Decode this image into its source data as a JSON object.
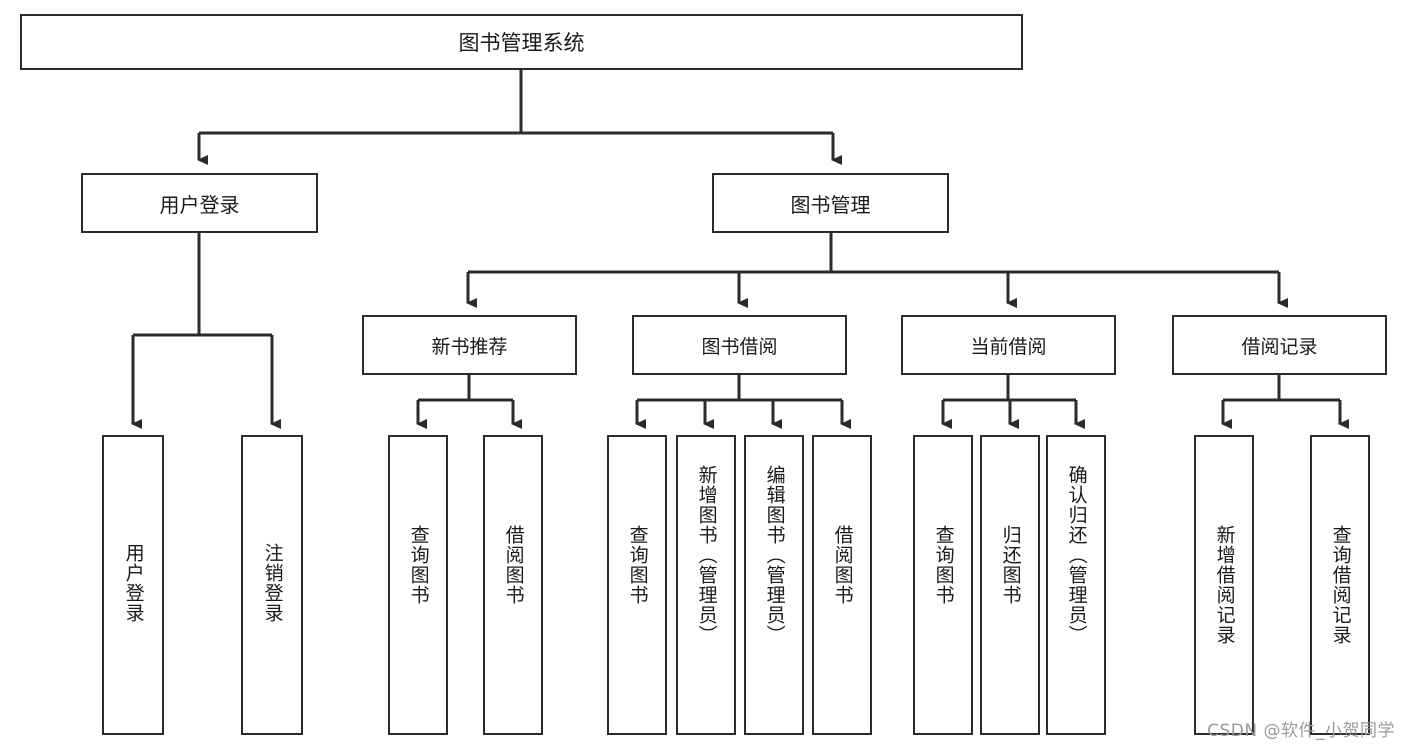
{
  "diagram": {
    "type": "tree-hierarchy",
    "title": "图书管理系统",
    "root": {
      "label": "图书管理系统"
    },
    "level1": [
      {
        "label": "用户登录"
      },
      {
        "label": "图书管理"
      }
    ],
    "level2": [
      {
        "label": "新书推荐"
      },
      {
        "label": "图书借阅"
      },
      {
        "label": "当前借阅"
      },
      {
        "label": "借阅记录"
      }
    ],
    "leaves": {
      "user_login": [
        {
          "label": "用户登录"
        },
        {
          "label": "注销登录"
        }
      ],
      "new_book_recommend": [
        {
          "label": "查询图书"
        },
        {
          "label": "借阅图书"
        }
      ],
      "book_borrow": [
        {
          "label": "查询图书"
        },
        {
          "label": "新增图书（管理员）"
        },
        {
          "label": "编辑图书（管理员）"
        },
        {
          "label": "借阅图书"
        }
      ],
      "current_borrow": [
        {
          "label": "查询图书"
        },
        {
          "label": "归还图书"
        },
        {
          "label": "确认归还（管理员）"
        }
      ],
      "borrow_record": [
        {
          "label": "新增借阅记录"
        },
        {
          "label": "查询借阅记录"
        }
      ]
    }
  },
  "watermark": {
    "text": "CSDN @软件_小贺同学"
  },
  "colors": {
    "background": "#ffffff",
    "border": "#2b2b2b",
    "text": "#1a1a1a",
    "watermark": "#9a9a9a"
  }
}
